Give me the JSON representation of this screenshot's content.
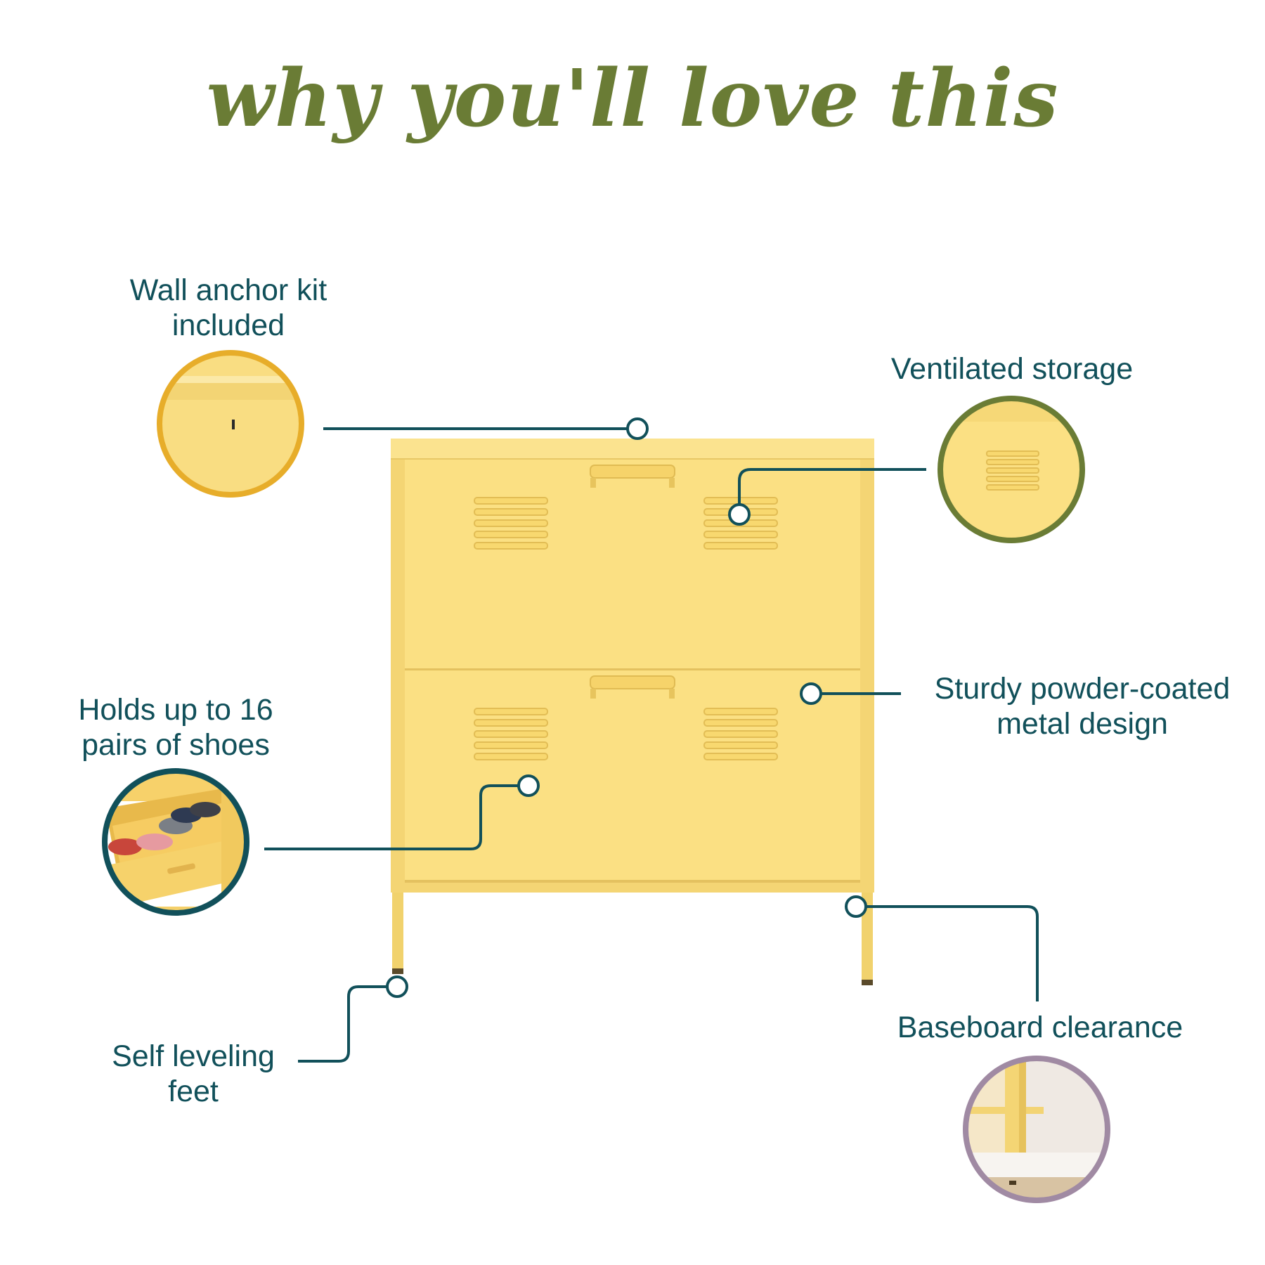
{
  "title": "why you'll love this",
  "colors": {
    "title": "#6a7c35",
    "label_text": "#11505a",
    "callout_line": "#11505a",
    "cabinet": "#fbe083",
    "ring_wall_anchor": "#e7ad2a",
    "ring_ventilated": "#6a7c35",
    "ring_shoes": "#11505a",
    "ring_baseboard": "#a08aa3"
  },
  "features": {
    "wall_anchor": {
      "line1": "Wall anchor kit",
      "line2": "included"
    },
    "ventilated": {
      "line1": "Ventilated storage"
    },
    "shoes": {
      "line1": "Holds up to 16",
      "line2": "pairs of shoes"
    },
    "sturdy": {
      "line1": "Sturdy powder-coated",
      "line2": "metal design"
    },
    "feet": {
      "line1": "Self leveling",
      "line2": "feet"
    },
    "baseboard": {
      "line1": "Baseboard clearance"
    }
  }
}
